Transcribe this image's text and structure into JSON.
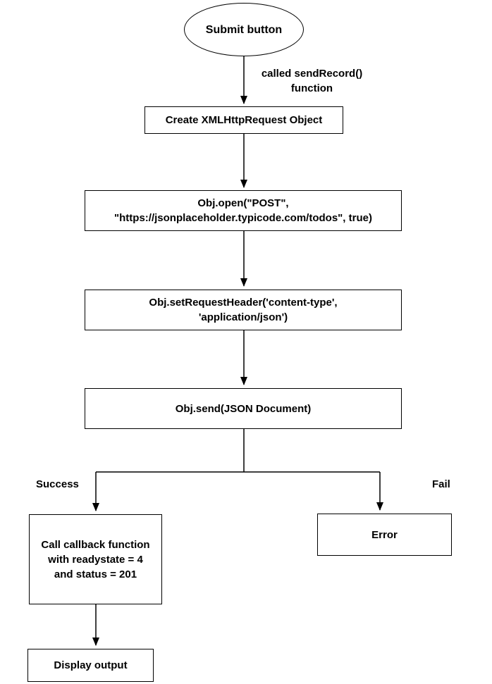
{
  "flowchart": {
    "title": "Submit / sendRecord XMLHttpRequest flow",
    "nodes": {
      "submit": {
        "shape": "ellipse",
        "label": "Submit button"
      },
      "create": {
        "shape": "rect",
        "label": "Create XMLHttpRequest Object"
      },
      "open": {
        "shape": "rect",
        "label": "Obj.open(\"POST\",\n\"https://jsonplaceholder.typicode.com/todos\", true)"
      },
      "set_header": {
        "shape": "rect",
        "label": "Obj.setRequestHeader('content-type',\n'application/json')"
      },
      "send": {
        "shape": "rect",
        "label": "Obj.send(JSON Document)"
      },
      "callback": {
        "shape": "rect",
        "label": "Call callback function\nwith readystate = 4\nand status = 201"
      },
      "error": {
        "shape": "rect",
        "label": "Error"
      },
      "display": {
        "shape": "rect",
        "label": "Display output"
      }
    },
    "edge_labels": {
      "send_record": "called sendRecord()\nfunction",
      "success": "Success",
      "fail": "Fail"
    },
    "colors": {
      "background": "#ffffff",
      "node_fill": "#ffffff",
      "stroke": "#000000",
      "text": "#000000"
    }
  }
}
